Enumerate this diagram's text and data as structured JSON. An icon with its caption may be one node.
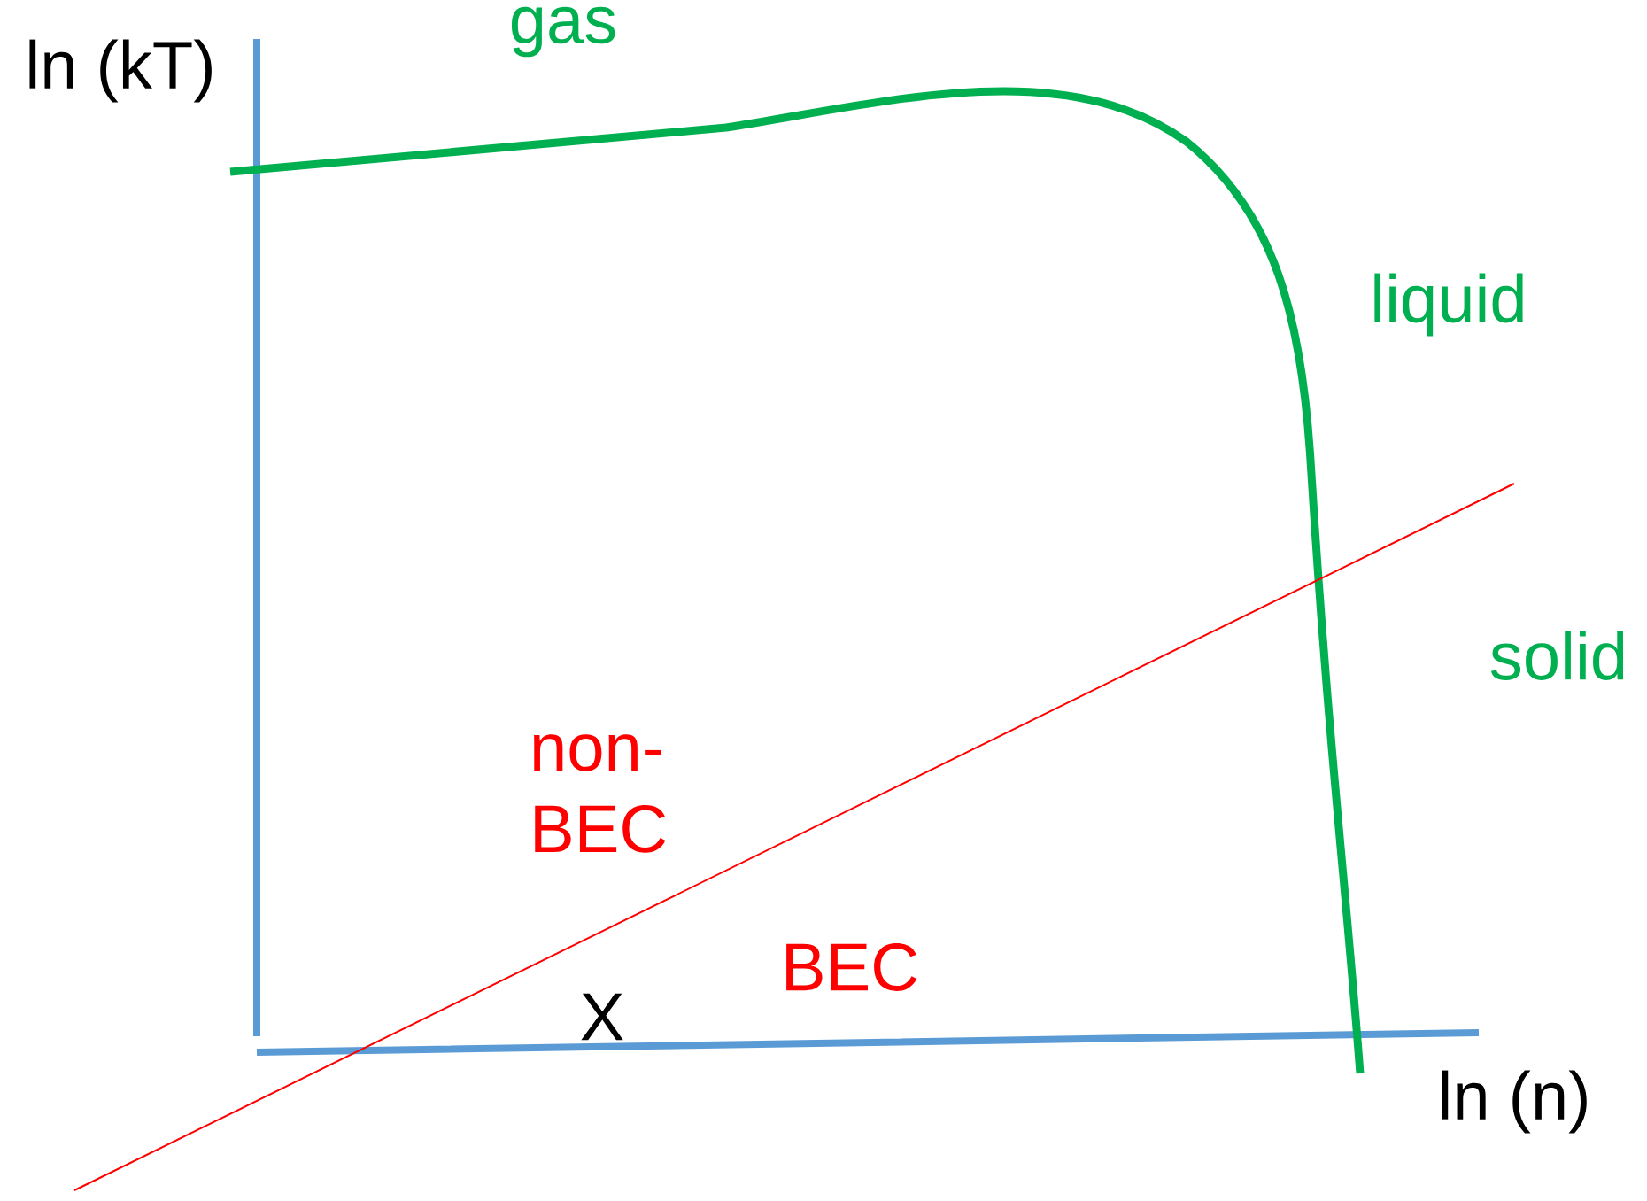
{
  "diagram": {
    "labels": [
      "ln (kT)",
      "gas",
      "liquid",
      "solid",
      "non- BEC",
      "BEC",
      "X",
      "ln (n)"
    ]
  }
}
